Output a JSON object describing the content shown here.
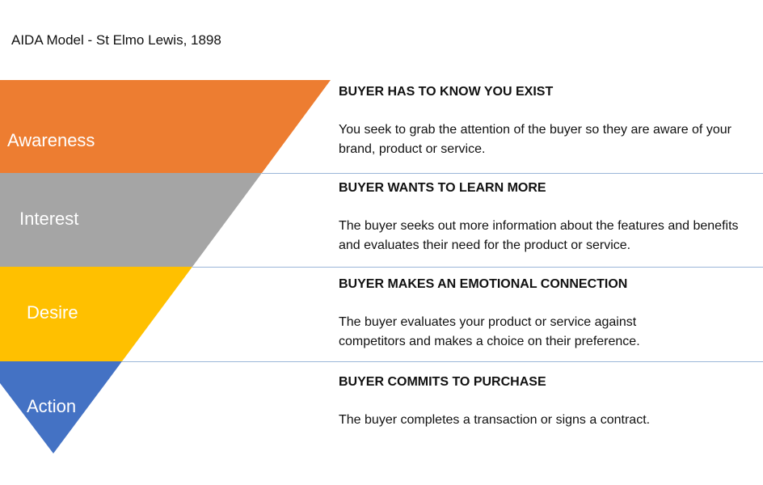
{
  "title": "AIDA Model - St Elmo Lewis, 1898",
  "colors": {
    "awareness": "#ED7D31",
    "interest": "#A5A5A5",
    "desire": "#FFC000",
    "action": "#4472C4",
    "divider": "#9BB6D8"
  },
  "stages": [
    {
      "label": "Awareness",
      "heading": "BUYER HAS TO KNOW YOU EXIST",
      "body": "You seek to grab the attention of the buyer so they are aware of your brand, product or service."
    },
    {
      "label": "Interest",
      "heading": "BUYER WANTS TO LEARN MORE",
      "body": "The buyer seeks out more information about the features and benefits and evaluates their need for the product or service."
    },
    {
      "label": "Desire",
      "heading": "BUYER MAKES AN EMOTIONAL CONNECTION",
      "body": "The buyer evaluates your product or service against competitors and makes a choice on their preference."
    },
    {
      "label": "Action",
      "heading": "BUYER COMMITS TO PURCHASE",
      "body": "The buyer completes a transaction or signs a contract."
    }
  ]
}
